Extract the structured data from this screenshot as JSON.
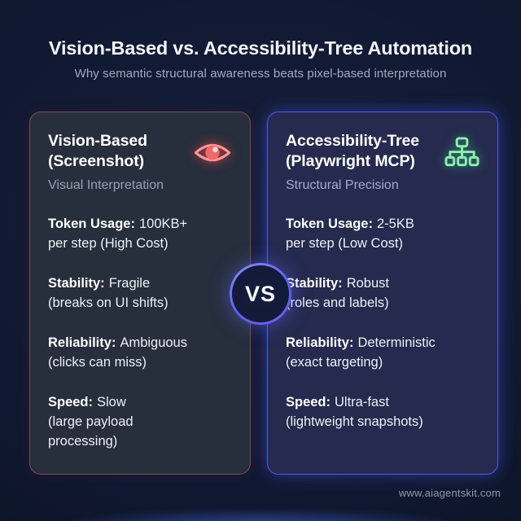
{
  "header": {
    "title": "Vision-Based vs. Accessibility-Tree Automation",
    "subtitle": "Why semantic structural awareness beats pixel-based interpretation"
  },
  "vs_badge": {
    "label": "VS"
  },
  "cards": {
    "left": {
      "title": "Vision-Based\n(Screenshot)",
      "subtitle": "Visual Interpretation",
      "icon": "eye-icon",
      "items": [
        {
          "label": "Token Usage:",
          "value": "100KB+\nper step  (High Cost)"
        },
        {
          "label": "Stability:",
          "value": "Fragile\n(breaks on UI shifts)"
        },
        {
          "label": "Reliability:",
          "value": "Ambiguous\n(clicks can miss)"
        },
        {
          "label": "Speed:",
          "value": "Slow\n(large payload\nprocessing)"
        }
      ]
    },
    "right": {
      "title": "Accessibility-Tree\n(Playwright MCP)",
      "subtitle": "Structural Precision",
      "icon": "sitemap-icon",
      "items": [
        {
          "label": "Token Usage:",
          "value": "2-5KB\nper step (Low Cost)"
        },
        {
          "label": "Stability:",
          "value": "Robust\n(roles and labels)"
        },
        {
          "label": "Reliability:",
          "value": "Deterministic\n(exact targeting)"
        },
        {
          "label": "Speed:",
          "value": "Ultra-fast\n(lightweight snapshots)"
        }
      ]
    }
  },
  "footer": {
    "url": "www.aiagentskit.com"
  },
  "colors": {
    "page_background": "#101831",
    "title_text": "#f2f5fa",
    "subtitle_text": "#a3aabe",
    "left_card_background": "#272e3c",
    "left_card_border": "#c46868",
    "left_accent": "#f98c8c",
    "right_card_background": "#252a4e",
    "right_card_border": "#4c5cf2",
    "right_accent": "#8df0ae",
    "vs_ring": "#6a6ff5",
    "body_text": "#edf0f6",
    "footer_text": "#9199ac"
  }
}
